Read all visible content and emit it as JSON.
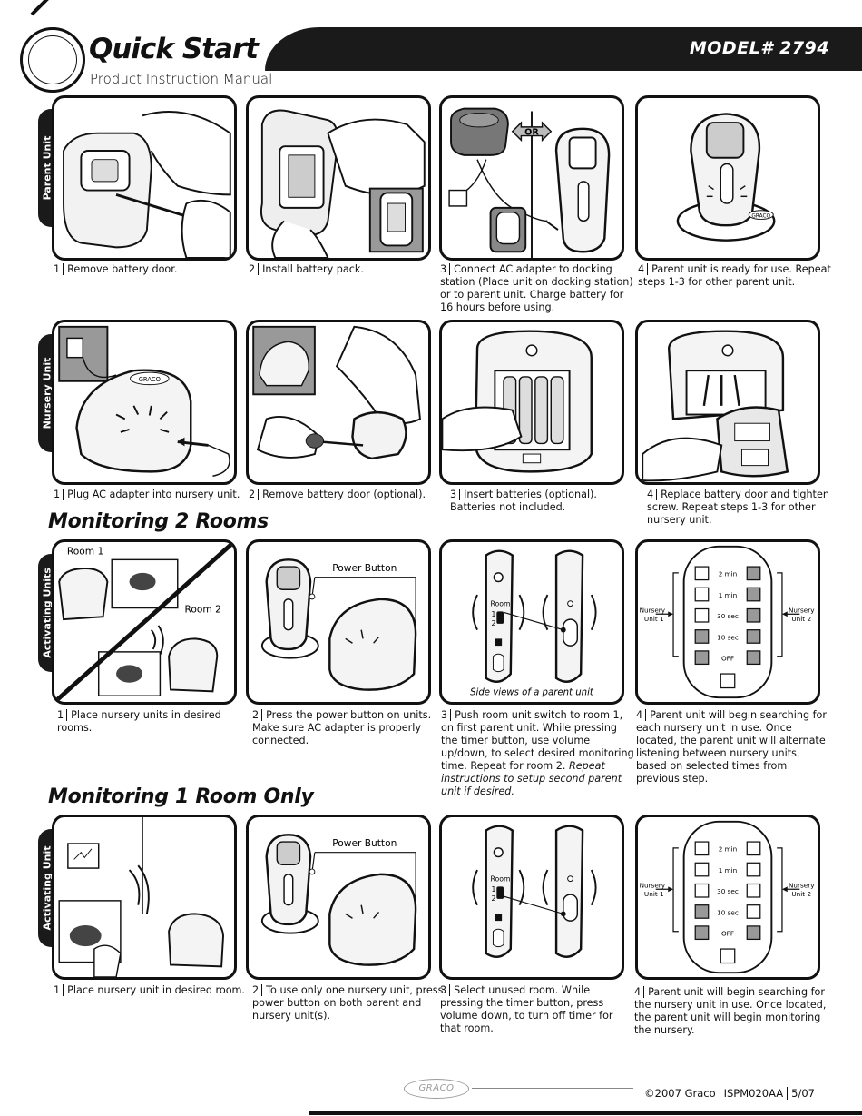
{
  "header": {
    "title": "Quick Start",
    "subtitle": "Product Instruction Manual",
    "model": "MODEL# 2794"
  },
  "tabs": {
    "parent_unit": "Parent Unit",
    "nursery_unit": "Nursery Unit",
    "activating_units": "Activating Units",
    "activating_unit": "Activating Unit"
  },
  "sections": {
    "monitoring_2": "Monitoring 2 Rooms",
    "monitoring_1": "Monitoring 1 Room Only"
  },
  "row1": {
    "c1_num": "1",
    "c1": "Remove battery door.",
    "c2_num": "2",
    "c2": "Install battery pack.",
    "c3_num": "3",
    "c3": "Connect AC adapter to docking station (Place unit on docking station) or to parent unit. Charge battery for 16 hours before using.",
    "c4_num": "4",
    "c4": "Parent unit is ready for use. Repeat steps 1-3 for other parent unit.",
    "or_label": "OR",
    "graco": "GRACO"
  },
  "row2": {
    "c1_num": "1",
    "c1": "Plug AC adapter into nursery unit.",
    "c2_num": "2",
    "c2": "Remove battery door (optional).",
    "c3_num": "3",
    "c3": "Insert batteries (optional). Batteries not included.",
    "c4_num": "4",
    "c4": "Replace battery door and tighten screw. Repeat steps 1-3 for other nursery unit.",
    "graco": "GRACO"
  },
  "row3": {
    "room1": "Room 1",
    "room2": "Room 2",
    "power_button": "Power Button",
    "room_label": "Room",
    "switch_1": "1",
    "switch_2": "2",
    "side_views": "Side views of a parent unit",
    "c1_num": "1",
    "c1": "Place nursery units in desired rooms.",
    "c2_num": "2",
    "c2": "Press the power button on units. Make sure AC adapter is properly connected.",
    "c3_num": "3",
    "c3": "Push room unit switch to room 1, on first parent unit. While pressing the timer button, use volume up/down, to select desired monitoring time. Repeat for room 2.",
    "c3_em": "Repeat instructions to setup second parent unit if desired.",
    "c4_num": "4",
    "c4": "Parent unit will begin searching for each nursery unit in use. Once located, the parent unit will alternate listening between nursery units, based on selected times from previous step.",
    "nursery1": "Nursery Unit 1",
    "nursery2": "Nursery Unit 2",
    "times": [
      "2 min",
      "1 min",
      "30 sec",
      "10 sec",
      "OFF"
    ]
  },
  "row4": {
    "power_button": "Power Button",
    "room_label": "Room",
    "switch_1": "1",
    "switch_2": "2",
    "c1_num": "1",
    "c1": "Place nursery unit in desired room.",
    "c2_num": "2",
    "c2": "To use only one nursery unit, press power button on both parent and nursery unit(s).",
    "c3_num": "3",
    "c3": "Select unused room. While pressing the timer button, press volume down, to turn off timer for that room.",
    "c4_num": "4",
    "c4": "Parent unit will begin searching for the nursery unit in use. Once located, the parent unit will begin monitoring the nursery.",
    "nursery1": "Nursery Unit 1",
    "nursery2": "Nursery Unit 2",
    "times": [
      "2 min",
      "1 min",
      "30 sec",
      "10 sec",
      "OFF"
    ]
  },
  "footer": {
    "brand": "GRACO",
    "copyright": "©2007 Graco",
    "code": "ISPM020AA",
    "date": "5/07"
  }
}
